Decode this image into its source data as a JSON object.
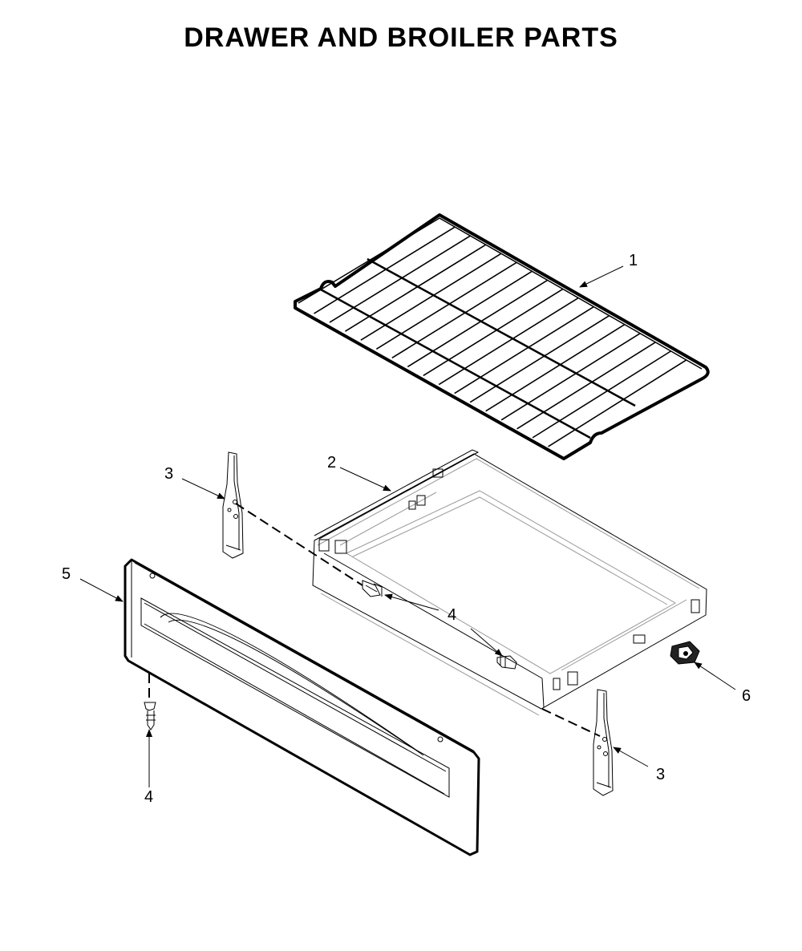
{
  "title": "DRAWER AND BROILER PARTS",
  "callouts": {
    "c1": "1",
    "c2": "2",
    "c3a": "3",
    "c3b": "3",
    "c4a": "4",
    "c4b": "4",
    "c5": "5",
    "c6": "6"
  }
}
